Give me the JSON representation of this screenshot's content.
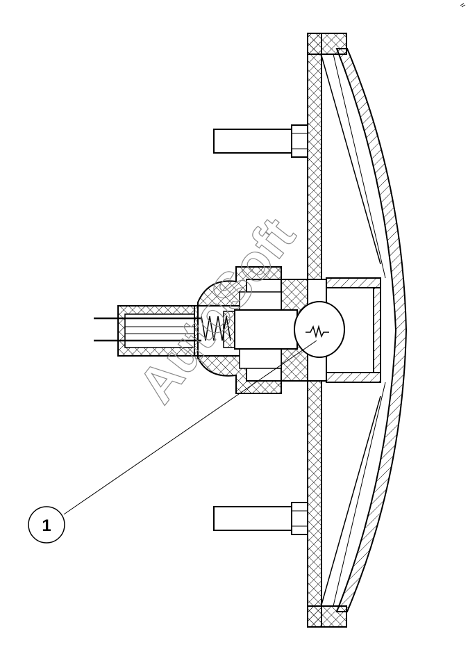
{
  "diagram": {
    "callouts": [
      {
        "label": "1",
        "part": "bulb"
      }
    ],
    "watermark": "AutoSoft",
    "colors": {
      "line": "#000000",
      "background": "#ffffff",
      "watermark_stroke": "#9a9a9a"
    }
  }
}
